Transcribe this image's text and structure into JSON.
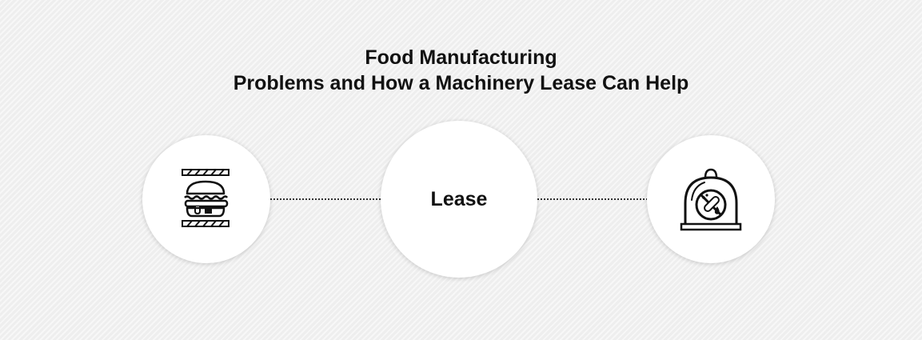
{
  "title": {
    "line1": "Food Manufacturing",
    "line2": "Problems and How a Machinery Lease Can Help"
  },
  "nodes": [
    {
      "icon": "burger-press-icon"
    },
    {
      "label": "Lease"
    },
    {
      "icon": "food-safety-dome-icon"
    }
  ],
  "colors": {
    "background": "#eeeeee",
    "circle": "#ffffff",
    "ink": "#111111"
  }
}
